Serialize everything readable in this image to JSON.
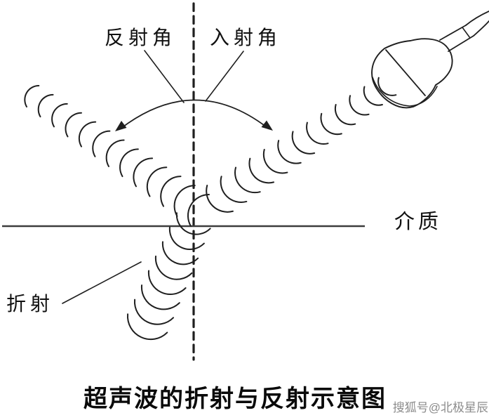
{
  "diagram": {
    "labels": {
      "reflection_angle": "反射角",
      "incidence_angle": "入射角",
      "medium": "介质",
      "refraction": "折射"
    },
    "title": "超声波的折射与反射示意图",
    "watermark": "搜狐号@北极星辰",
    "colors": {
      "line": "#1f1f1f",
      "interface_line": "#3d3d3d",
      "watermark_text": "#8c8c8c",
      "background": "#ffffff"
    }
  }
}
